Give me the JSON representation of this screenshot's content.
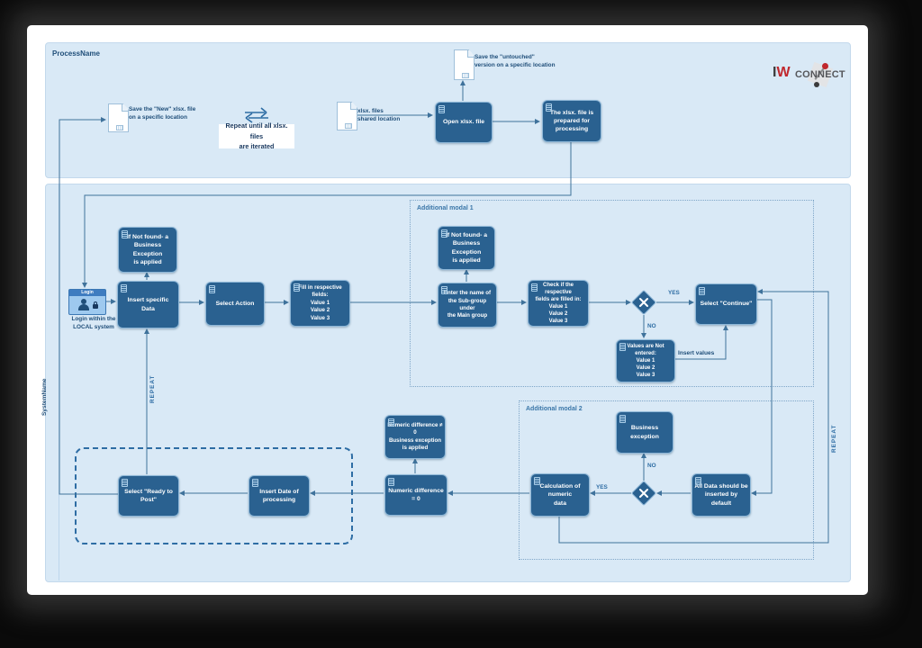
{
  "logo": {
    "iw_i": "I",
    "iw_w": "W",
    "connect": "CONNECT"
  },
  "pools": {
    "process_label": "ProcessName",
    "system_label": "SystemName"
  },
  "groups": {
    "modal1_label": "Additional modal 1",
    "modal2_label": "Additional modal 2"
  },
  "notes": {
    "save_new": "Save the \"New\" xlsx. file\non a specific location",
    "repeat_loop": "Repeat until all xlsx. files\nare iterated",
    "shared": "xlsx. files\nshared location",
    "untouched": "Save the \"untouched\"\nversion on a specific location",
    "login": "Login within the\nLOCAL system",
    "login_window_title": "Login",
    "insert_values": "Insert values"
  },
  "edge_labels": {
    "yes1": "YES",
    "no1": "NO",
    "yes2": "YES",
    "no2": "NO",
    "repeat_right": "REPEAT",
    "repeat_lane": "REPEAT"
  },
  "nodes": {
    "open_file": "Open xlsx. file",
    "prepared": "The xlsx. file is\nprepared for\nprocessing",
    "if_not_found_1": "If Not found- a\nBusiness Exception\nis applied",
    "insert_specific": "Insert specific\nData",
    "select_action": "Select Action",
    "fill_fields": "Fill in respective fields:\nValue 1\nValue 2\nValue 3",
    "if_not_found_2": "If Not found- a\nBusiness Exception\nis applied",
    "enter_name": "Enter the name of\nthe Sub-group under\nthe Main group",
    "check_fields": "Check if the respective\nfields are filled in:\nValue 1\nValue 2\nValue 3",
    "select_continue": "Select \"Continue\"",
    "values_not_entered": "Values are Not entered:\nValue 1\nValue 2\nValue 3",
    "business_exception": "Business exception",
    "calculation": "Calculation of numeric\ndata",
    "all_data_default": "All Data should be\ninserted by default",
    "numeric_diff_ne": "Numeric difference ≠ 0\nBusiness exception\nis applied",
    "numeric_diff_eq": "Numeric difference = 0",
    "select_ready": "Select \"Ready to\nPost\"",
    "insert_date": "Insert Date of\nprocessing"
  }
}
